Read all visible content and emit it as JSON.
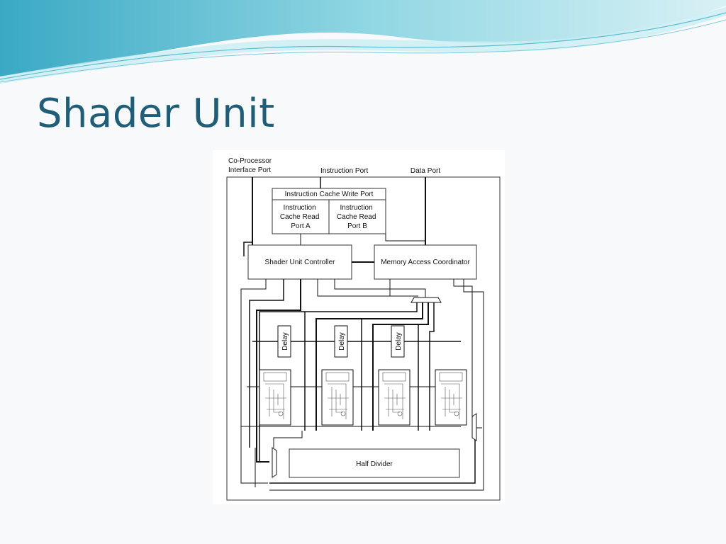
{
  "colors": {
    "title": "#1f5e79",
    "wave_dark": "#4fb8cf",
    "wave_light": "#a8e0ea",
    "line": "#111111"
  },
  "slide": {
    "title": "Shader Unit"
  },
  "diagram": {
    "coprocessor_port": [
      "Co-Processor",
      "Interface Port"
    ],
    "instruction_port": "Instruction Port",
    "data_port": "Data Port",
    "icache_write_port": "Instruction Cache Write Port",
    "icache_read_a": [
      "Instruction",
      "Cache Read",
      "Port A"
    ],
    "icache_read_b": [
      "Instruction",
      "Cache Read",
      "Port B"
    ],
    "shader_unit_controller": "Shader Unit Controller",
    "memory_access_coordinator": "Memory Access Coordinator",
    "delay_label": "Delay",
    "half_divider": "Half Divider"
  }
}
